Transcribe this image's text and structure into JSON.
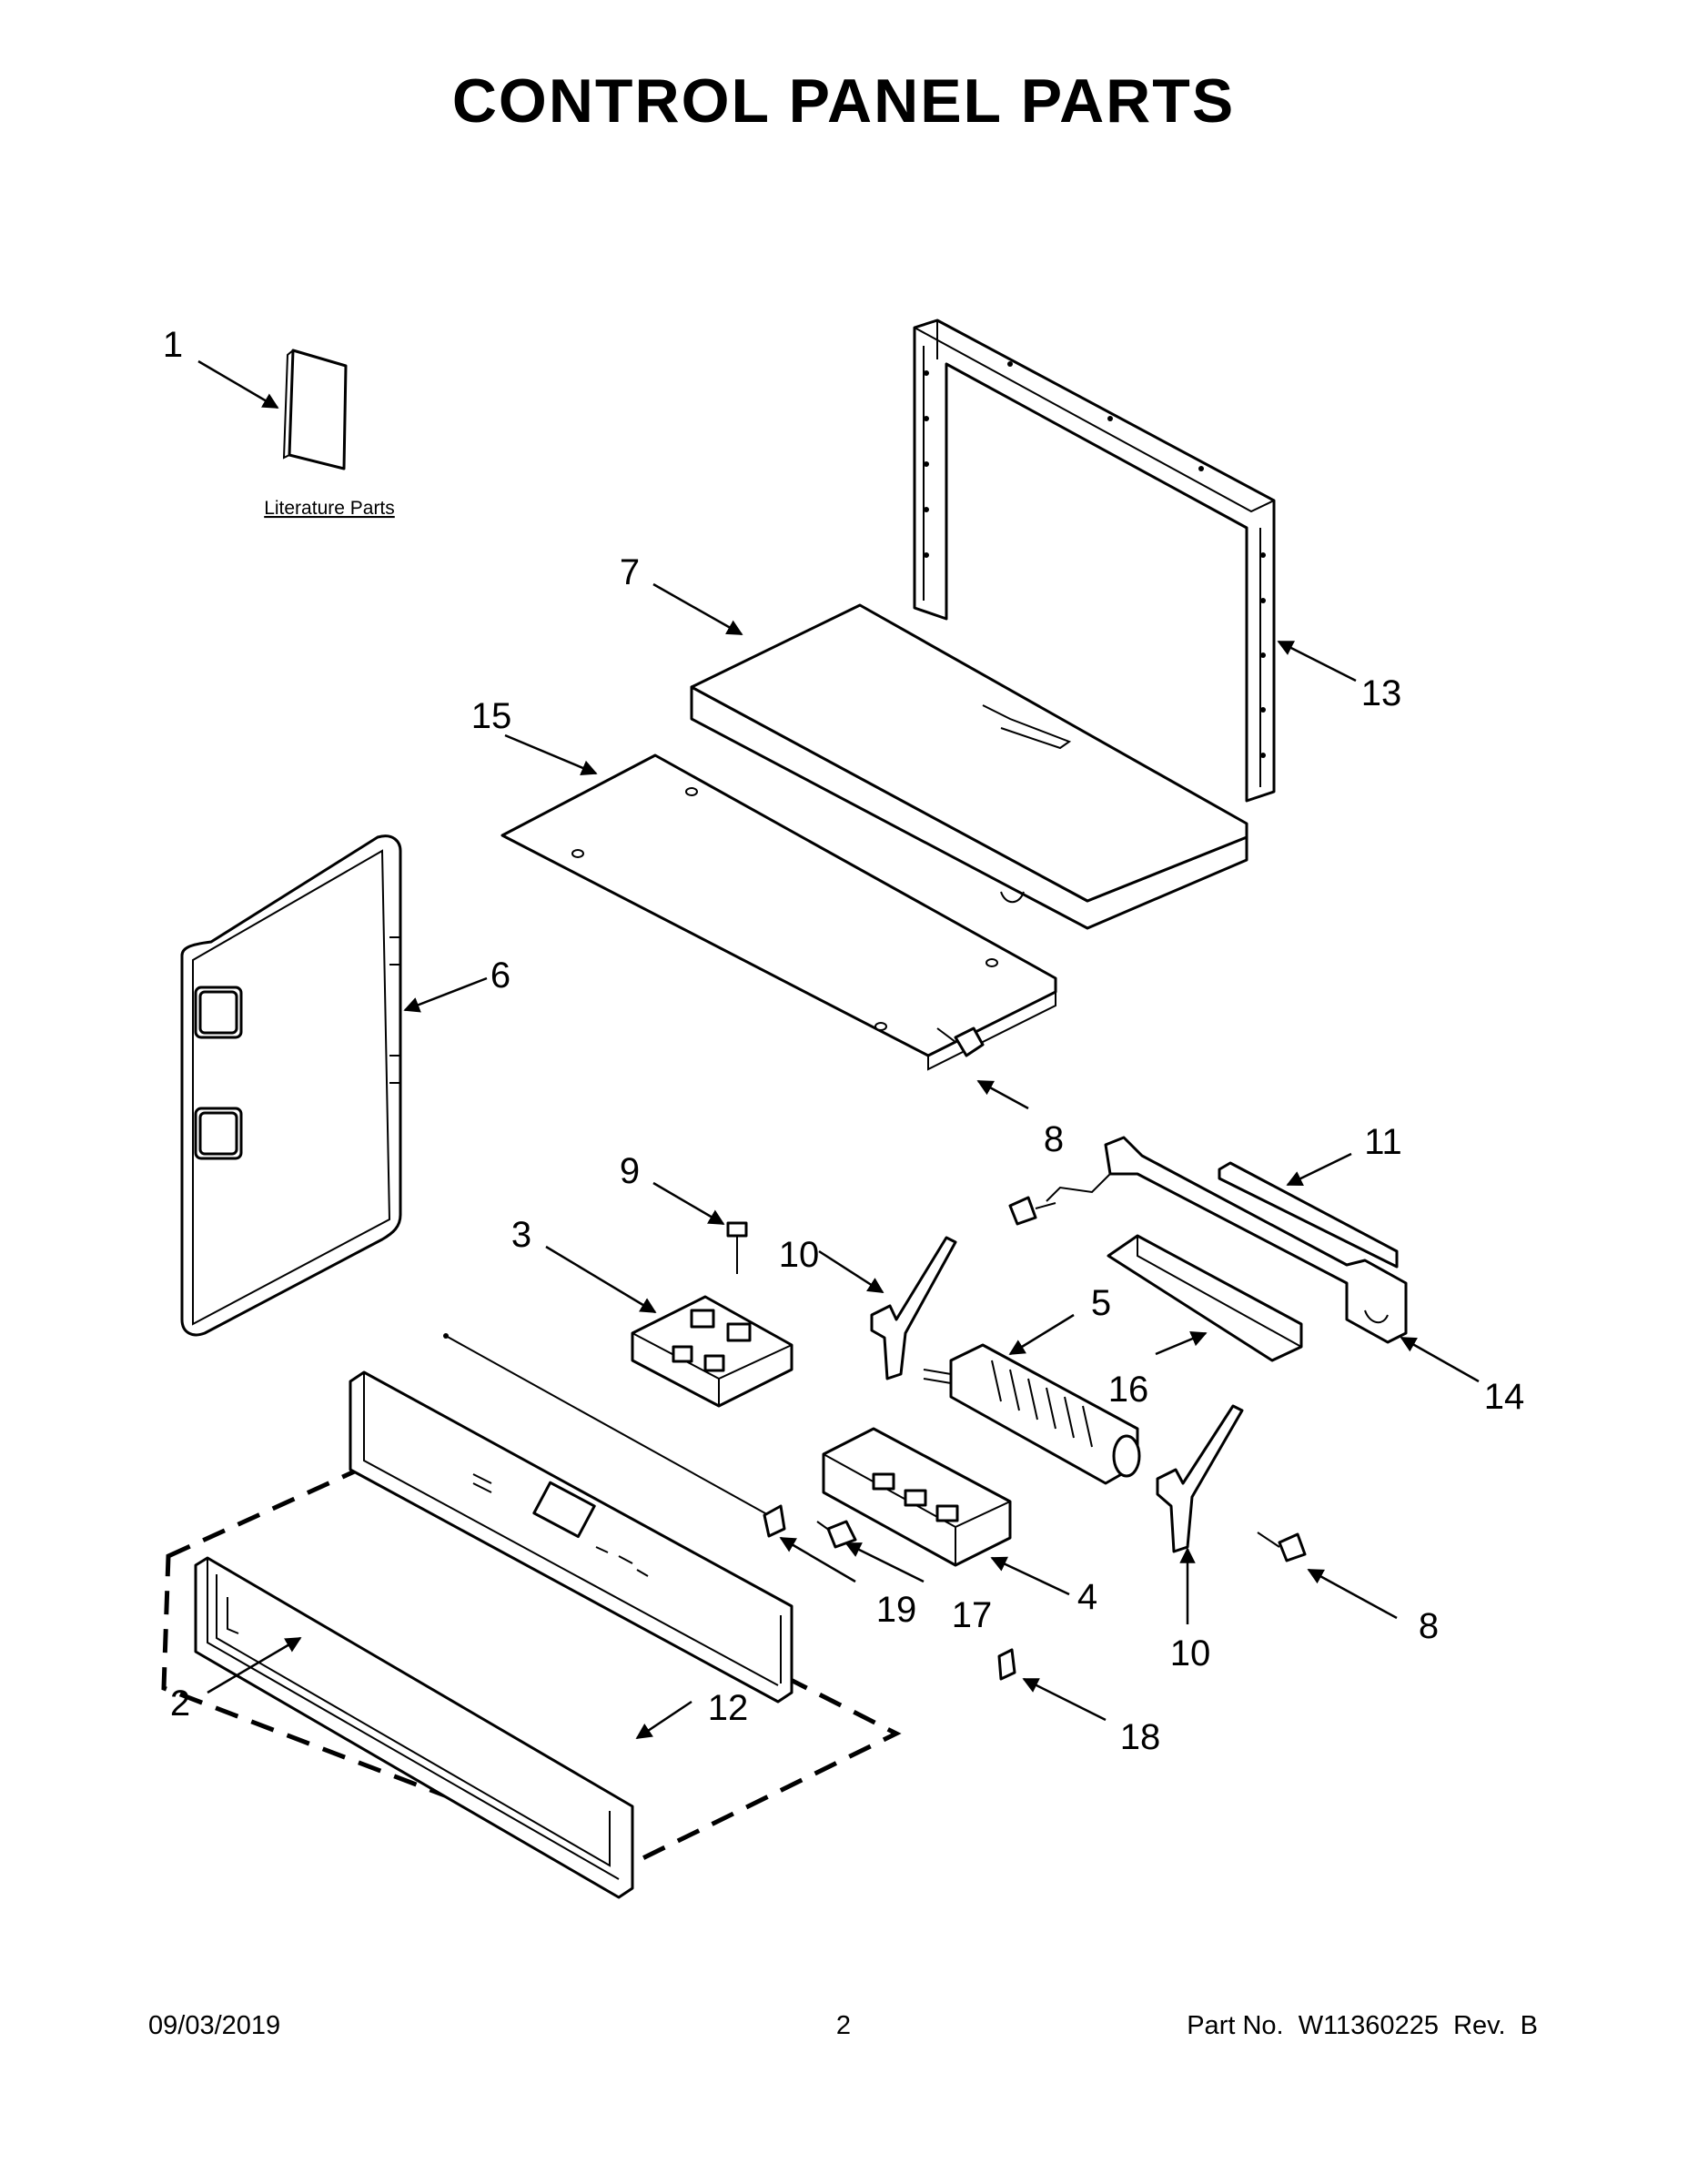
{
  "title": "CONTROL PANEL PARTS",
  "literature_label": "Literature Parts",
  "callouts": [
    "1",
    "2",
    "3",
    "4",
    "5",
    "6",
    "7",
    "8",
    "8",
    "9",
    "10",
    "10",
    "11",
    "12",
    "13",
    "14",
    "15",
    "16",
    "17",
    "18",
    "19"
  ],
  "footer": {
    "date": "09/03/2019",
    "page": "2",
    "part_no": "Part No.  W11360225  Rev.  B"
  }
}
